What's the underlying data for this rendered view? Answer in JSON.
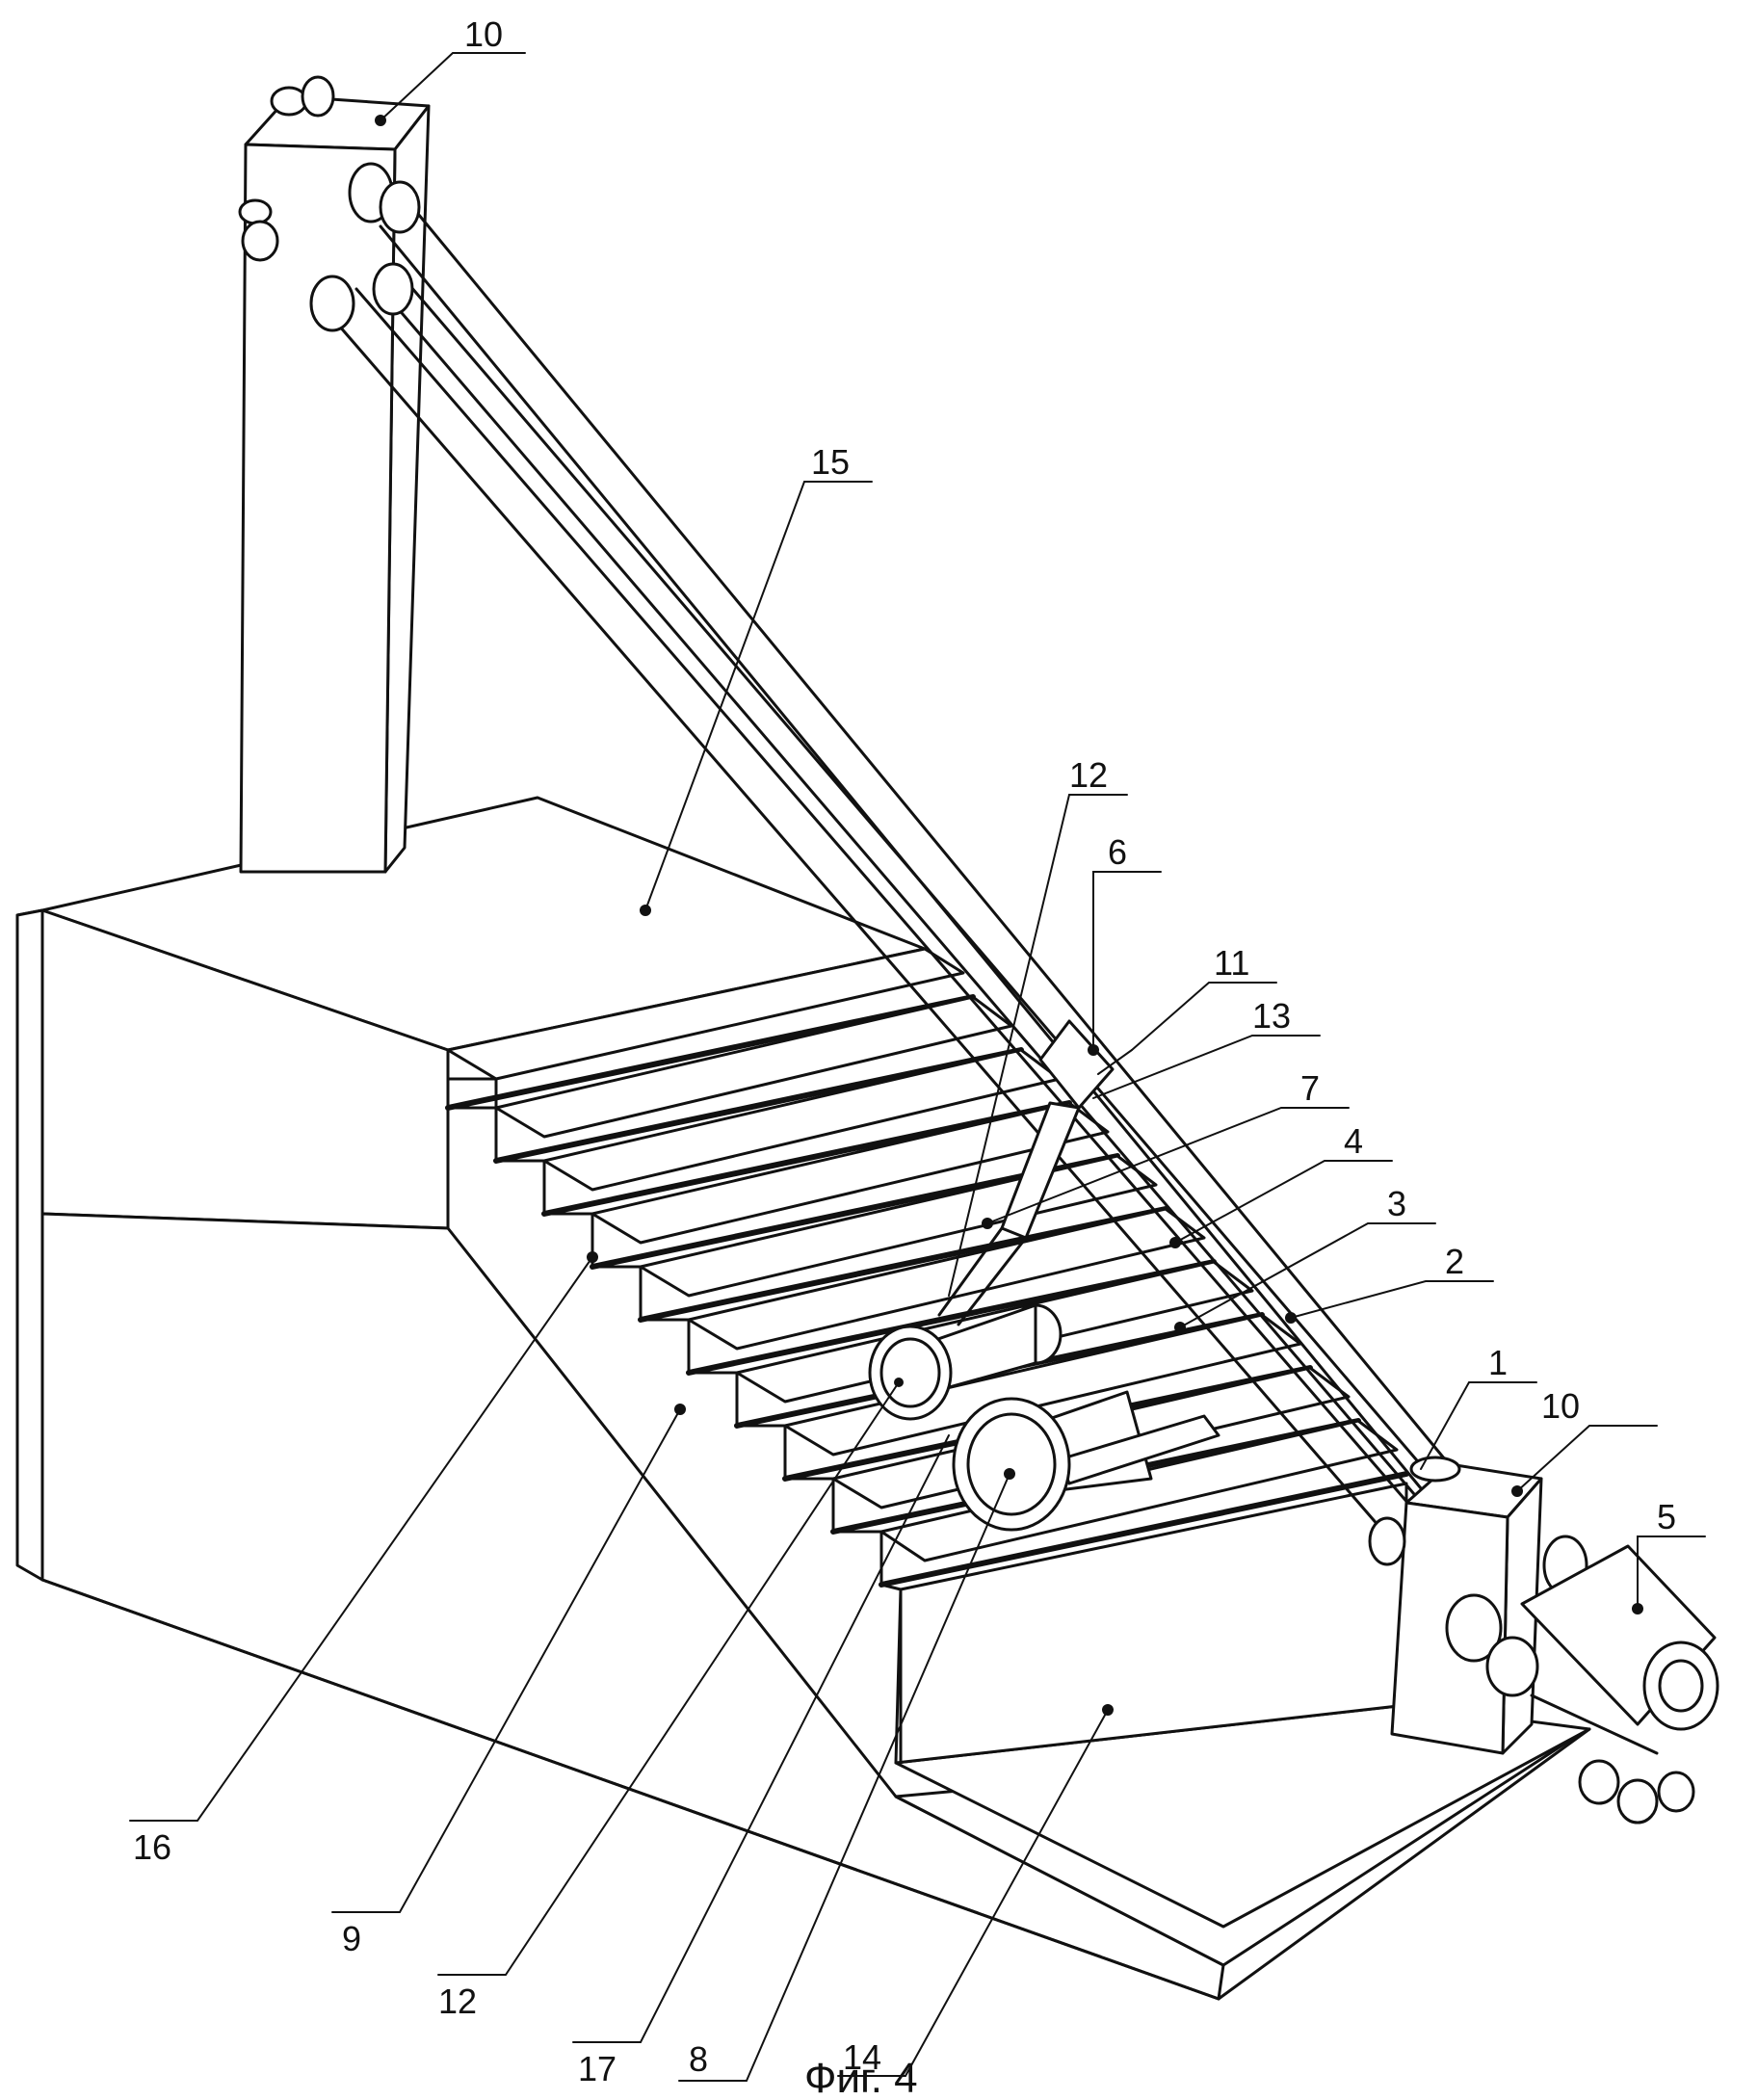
{
  "figure": {
    "caption": "Фиг. 4"
  },
  "callouts": [
    "10",
    "10",
    "15",
    "12",
    "6",
    "11",
    "13",
    "7",
    "4",
    "3",
    "2",
    "1",
    "5",
    "16",
    "9",
    "12",
    "17",
    "8",
    "14"
  ]
}
